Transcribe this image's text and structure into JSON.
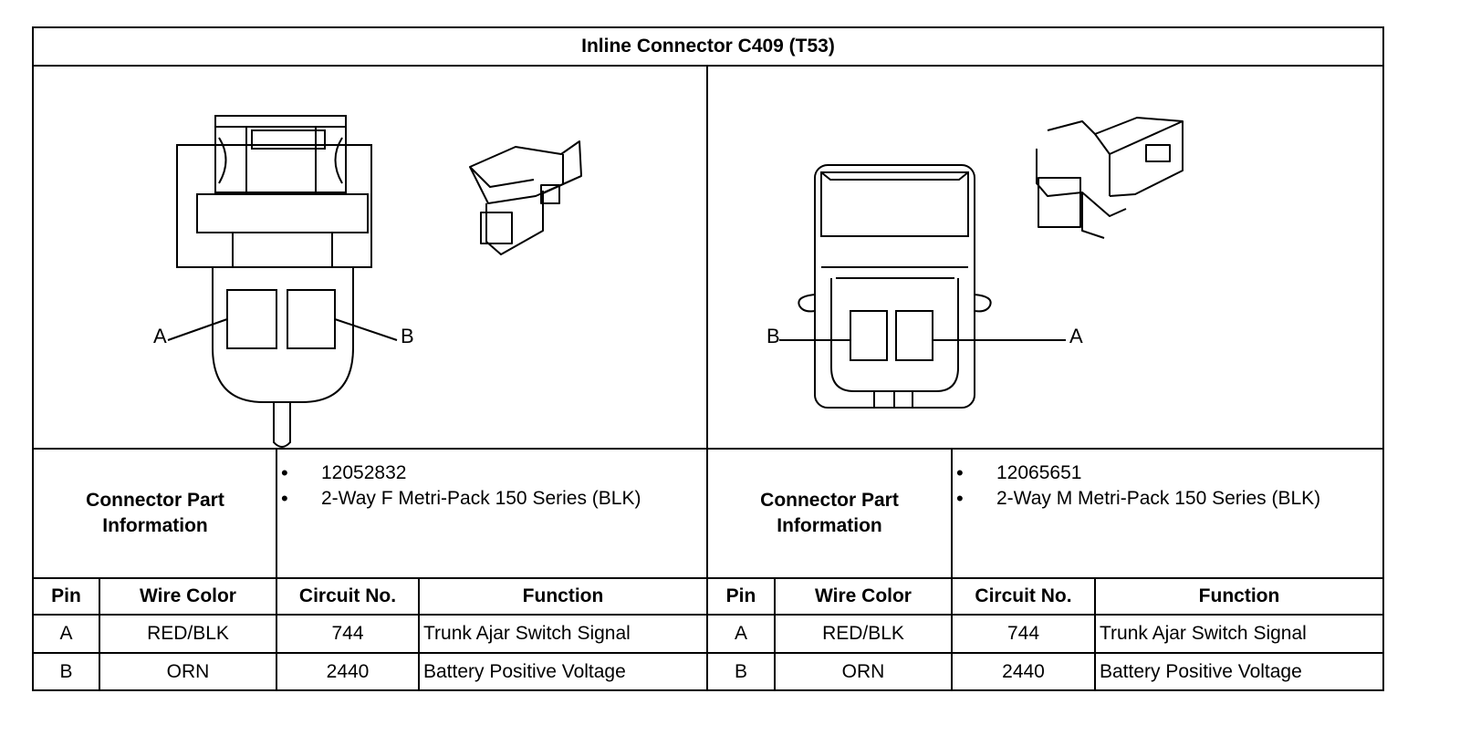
{
  "title": "Inline Connector C409 (T53)",
  "left_connector": {
    "pin_labels": [
      "A",
      "B"
    ],
    "info_label": "Connector Part Information",
    "parts": [
      "12052832",
      "2-Way F Metri-Pack 150 Series (BLK)"
    ]
  },
  "right_connector": {
    "pin_labels": [
      "B",
      "A"
    ],
    "info_label": "Connector Part Information",
    "parts": [
      "12065651",
      "2-Way M Metri-Pack 150 Series (BLK)"
    ]
  },
  "table": {
    "headers": [
      "Pin",
      "Wire Color",
      "Circuit No.",
      "Function"
    ],
    "rows": [
      {
        "pin": "A",
        "wire_color": "RED/BLK",
        "circuit": "744",
        "function": "Trunk Ajar Switch Signal"
      },
      {
        "pin": "B",
        "wire_color": "ORN",
        "circuit": "2440",
        "function": "Battery Positive Voltage"
      }
    ]
  }
}
